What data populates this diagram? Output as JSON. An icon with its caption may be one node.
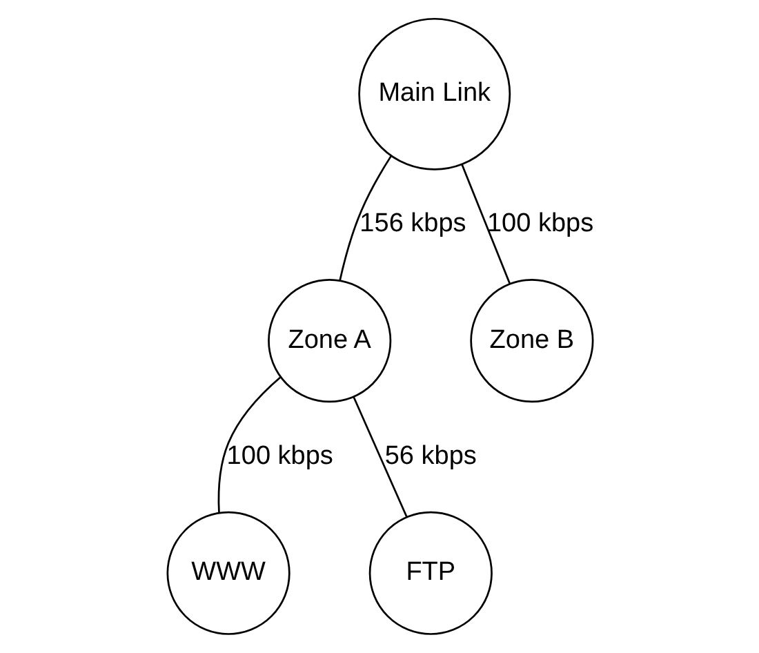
{
  "diagram": {
    "nodes": [
      {
        "text": [
          "Main Link"
        ]
      },
      {
        "text": [
          "Zone A"
        ]
      },
      {
        "text": [
          "Zone B"
        ]
      },
      {
        "text": [
          "WWW"
        ]
      },
      {
        "text": [
          "FTP"
        ]
      }
    ],
    "edges": [
      {
        "from": 0,
        "to": 1,
        "arrow": "none",
        "label": "156 kbps"
      },
      {
        "from": 0,
        "to": 2,
        "arrow": "none",
        "label": "100 kbps"
      },
      {
        "from": 1,
        "to": 3,
        "arrow": "none",
        "label": "100 kbps"
      },
      {
        "from": 1,
        "to": 4,
        "arrow": "none",
        "label": "56 kbps"
      }
    ]
  }
}
